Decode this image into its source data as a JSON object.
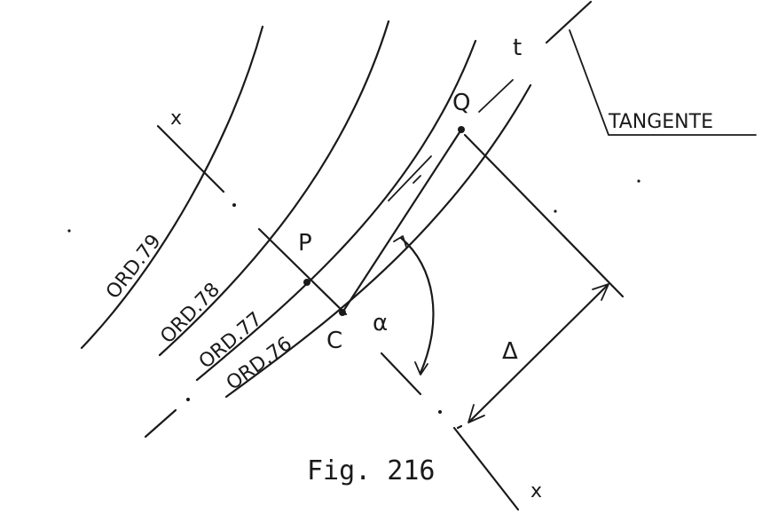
{
  "labels": {
    "tangent_marker": "t",
    "tangente": "TANGENTE",
    "point_q": "Q",
    "point_p": "P",
    "point_c": "C",
    "angle": "α",
    "delta": "Δ",
    "axis_top": "x",
    "axis_bottom": "x",
    "ord_79": "ORD.79",
    "ord_78": "ORD.78",
    "ord_77": "ORD.77",
    "ord_76": "ORD.76"
  },
  "caption": "Fig. 216"
}
